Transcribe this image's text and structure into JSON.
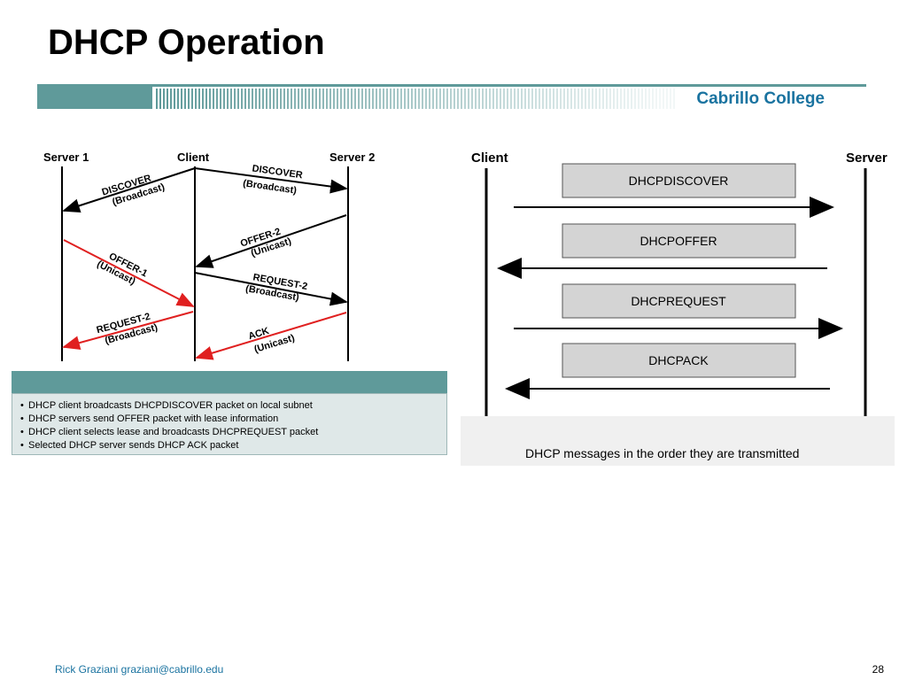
{
  "title": "DHCP Operation",
  "brand": "Cabrillo College",
  "left_diagram": {
    "server1": "Server 1",
    "client": "Client",
    "server2": "Server 2",
    "messages": [
      {
        "name": "DISCOVER",
        "type": "(Broadcast)"
      },
      {
        "name": "DISCOVER",
        "type": "(Broadcast)"
      },
      {
        "name": "OFFER-2",
        "type": "(Unicast)"
      },
      {
        "name": "OFFER-1",
        "type": "(Unicast)"
      },
      {
        "name": "REQUEST-2",
        "type": "(Broadcast)"
      },
      {
        "name": "REQUEST-2",
        "type": "(Broadcast)"
      },
      {
        "name": "ACK",
        "type": "(Unicast)"
      }
    ]
  },
  "notes": [
    "DHCP client broadcasts DHCPDISCOVER packet on local subnet",
    "DHCP servers send OFFER packet with lease information",
    "DHCP client selects lease and broadcasts DHCPREQUEST packet",
    "Selected DHCP server sends DHCP ACK packet"
  ],
  "right_diagram": {
    "client": "Client",
    "server": "Server",
    "messages": [
      "DHCPDISCOVER",
      "DHCPOFFER",
      "DHCPREQUEST",
      "DHCPACK"
    ],
    "caption": "DHCP messages in the order they are transmitted"
  },
  "footer": {
    "author": "Rick Graziani  graziani@cabrillo.edu",
    "page": "28"
  },
  "colors": {
    "brand": "#1a73a0",
    "red_arrow": "#e02020",
    "box_fill": "#d4d4d4",
    "banner": "#5f9a9a"
  }
}
